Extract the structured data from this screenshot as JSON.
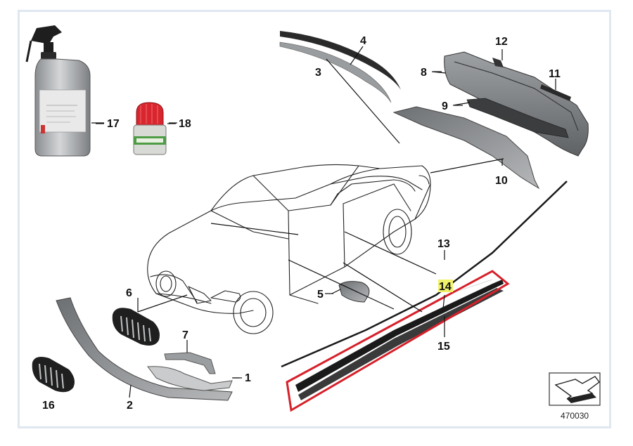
{
  "diagram": {
    "labels": {
      "p1": "1",
      "p2": "2",
      "p3": "3",
      "p4": "4",
      "p5": "5",
      "p6": "6",
      "p7": "7",
      "p8": "8",
      "p9": "9",
      "p10": "10",
      "p11": "11",
      "p12": "12",
      "p13": "13",
      "p14": "14",
      "p15": "15",
      "p16": "16",
      "p17": "17",
      "p18": "18"
    },
    "highlight_color": "#f0f26a",
    "selection_color": "#d6202a",
    "reference_number": "470030"
  }
}
